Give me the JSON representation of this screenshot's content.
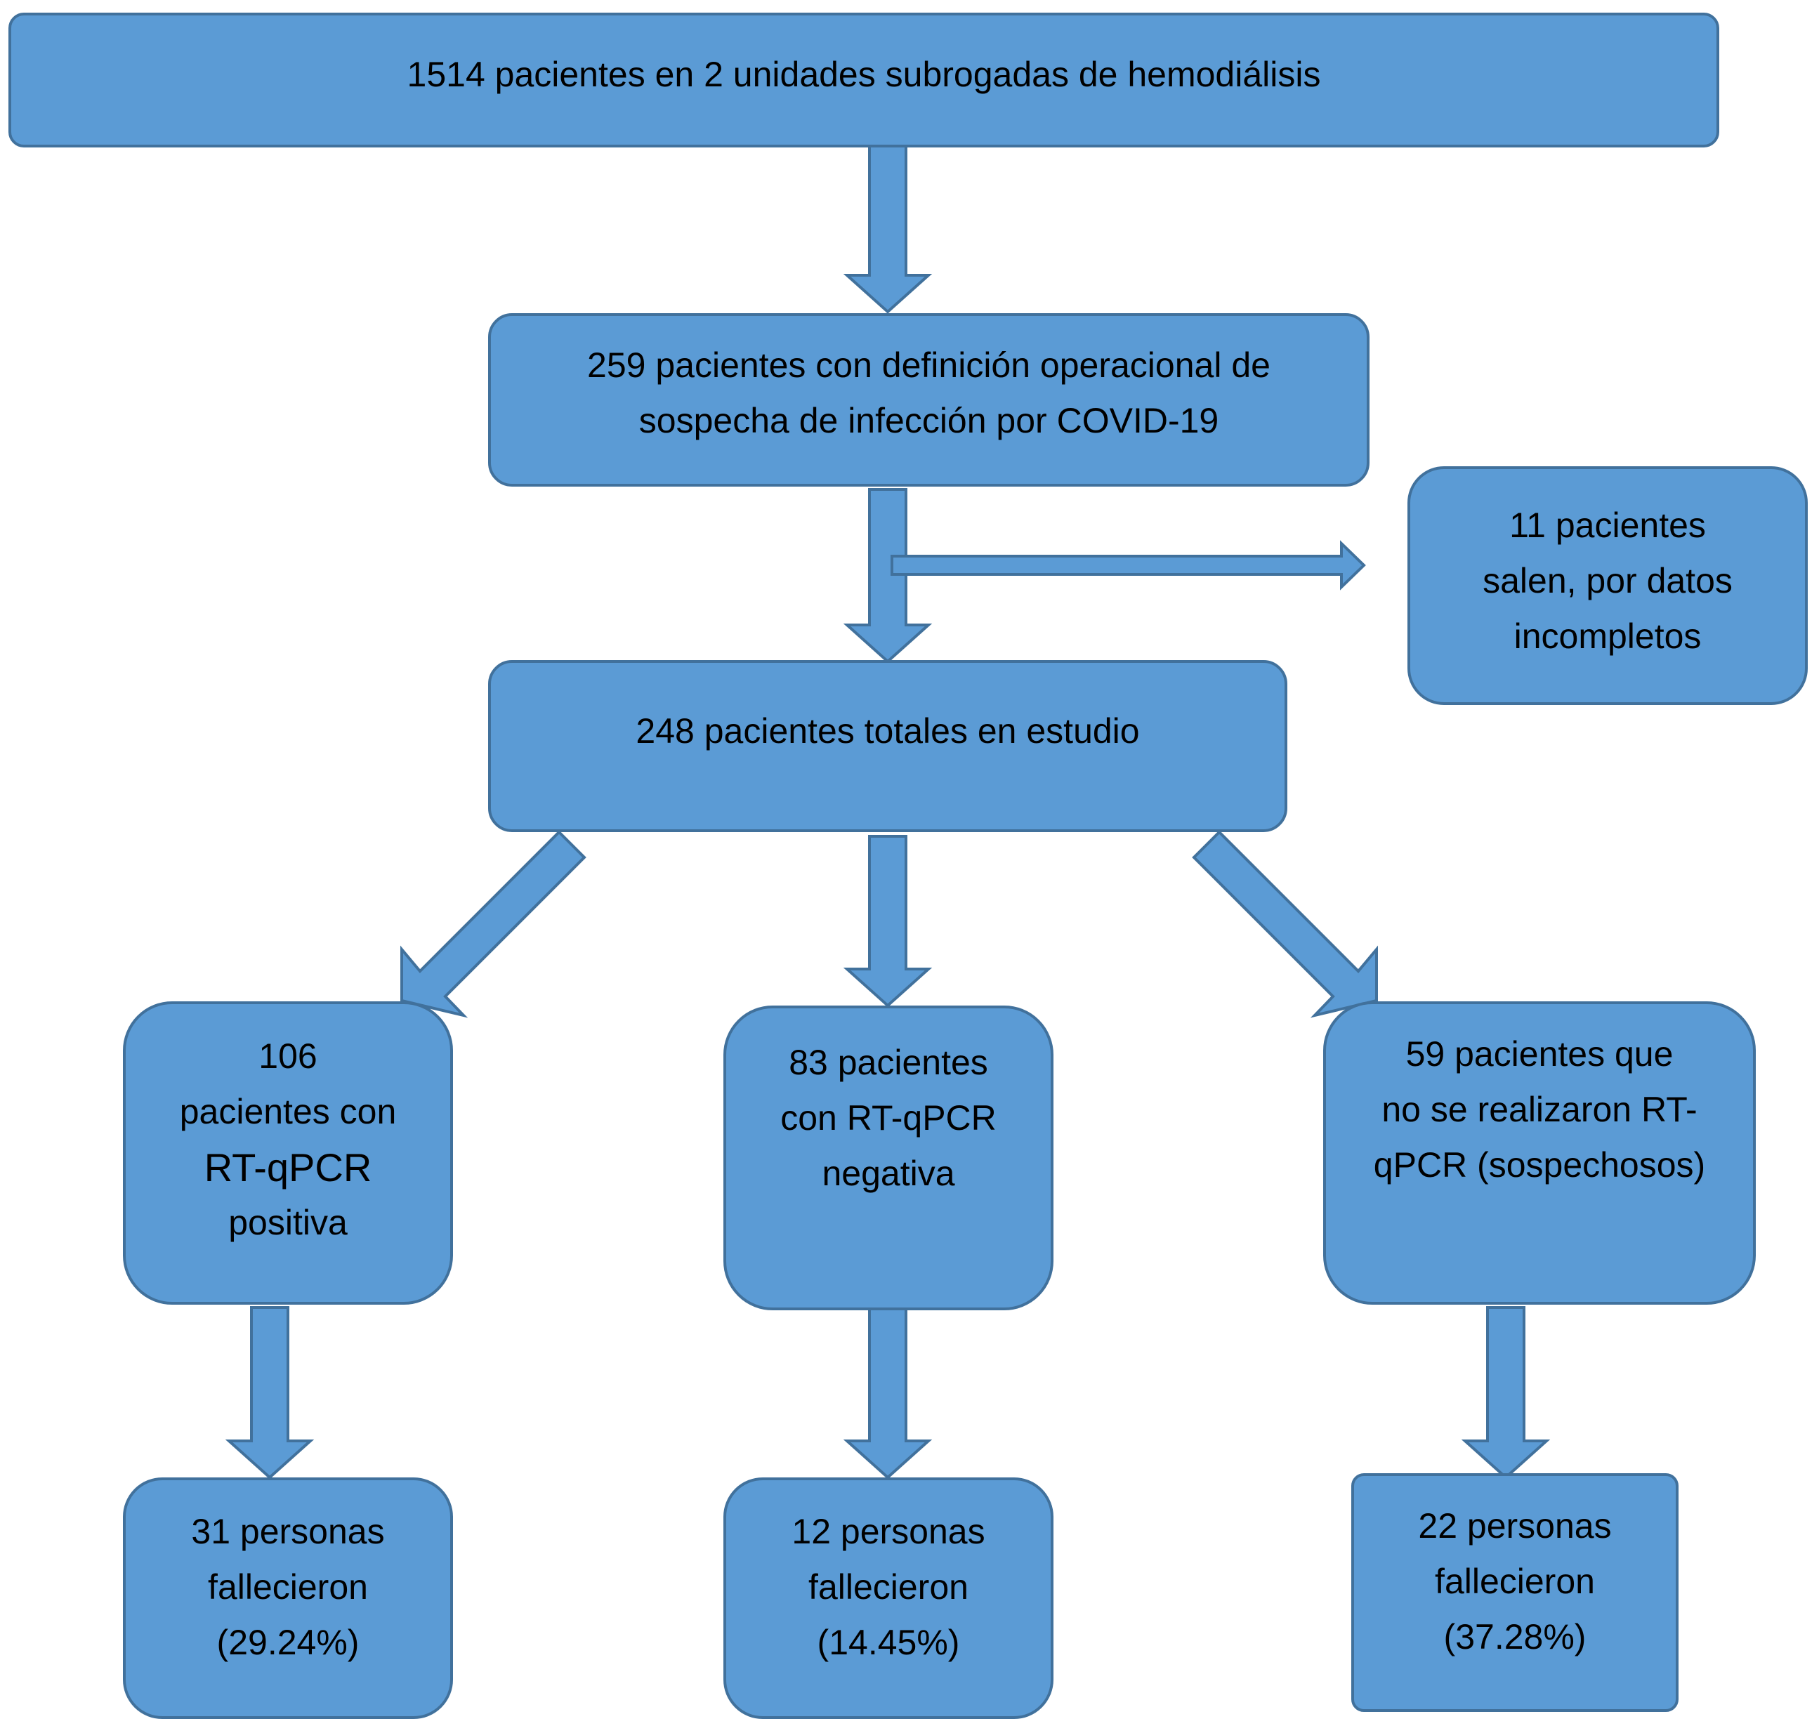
{
  "colors": {
    "box_fill": "#5b9bd5",
    "box_border": "#41719c",
    "text": "#000000"
  },
  "boxes": {
    "total_patients": {
      "lines": [
        "1514 pacientes en 2 unidades subrogadas de hemodiálisis"
      ]
    },
    "suspected_cases": {
      "lines": [
        "259 pacientes con definición operacional de",
        "sospecha de infección por COVID-19"
      ]
    },
    "excluded": {
      "lines": [
        "11 pacientes",
        "salen, por datos",
        "incompletos"
      ]
    },
    "study_total": {
      "lines": [
        "248 pacientes totales en estudio"
      ]
    },
    "positive": {
      "lines": [
        "106",
        "pacientes con",
        "RT-qPCR",
        "positiva"
      ]
    },
    "negative": {
      "lines": [
        "83 pacientes",
        "con RT-qPCR",
        "negativa"
      ]
    },
    "untested": {
      "lines": [
        "59 pacientes que",
        "no se realizaron RT-",
        "qPCR (sospechosos)"
      ]
    },
    "deaths_positive": {
      "lines": [
        "31 personas",
        "fallecieron",
        "(29.24%)"
      ]
    },
    "deaths_negative": {
      "lines": [
        "12 personas",
        "fallecieron",
        "(14.45%)"
      ]
    },
    "deaths_untested": {
      "lines": [
        "22 personas",
        "fallecieron",
        "(37.28%)"
      ]
    }
  }
}
